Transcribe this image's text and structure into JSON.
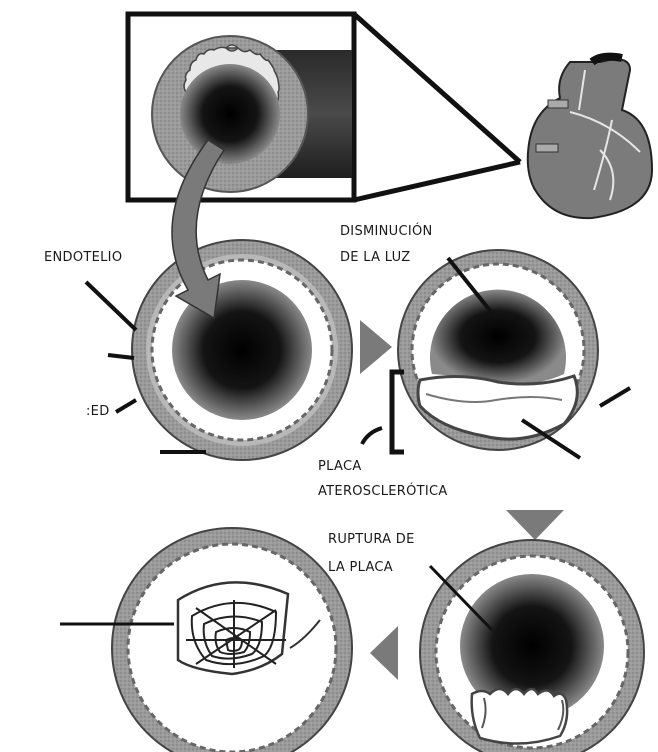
{
  "labels": {
    "endotelio": "ENDOTELIO",
    "disminucion_line1": "DISMINUCIÓN",
    "disminucion_line2": "DE LA LUZ",
    "pared_fragment": ":ED",
    "placa_line1": "PLACA",
    "placa_line2": "ATEROSCLERÓTICA",
    "ruptura_line1": "RUPTURA DE",
    "ruptura_line2": "LA PLACA"
  },
  "colors": {
    "outer_wall": "#8f8f8f",
    "media_ring": "#a6a6a6",
    "white_layer": "#ffffff",
    "lumen_core": "#050505",
    "lumen_edge": "#8a8a8a",
    "arrow_fill": "#7a7a7a",
    "heart_fill": "#7b7b7b",
    "line": "#111111"
  },
  "icons": [
    "heart-illustration",
    "curved-arrow-icon",
    "triangle-arrow-right-icon",
    "triangle-arrow-down-icon",
    "triangle-arrow-left-icon",
    "clot-web-icon"
  ]
}
